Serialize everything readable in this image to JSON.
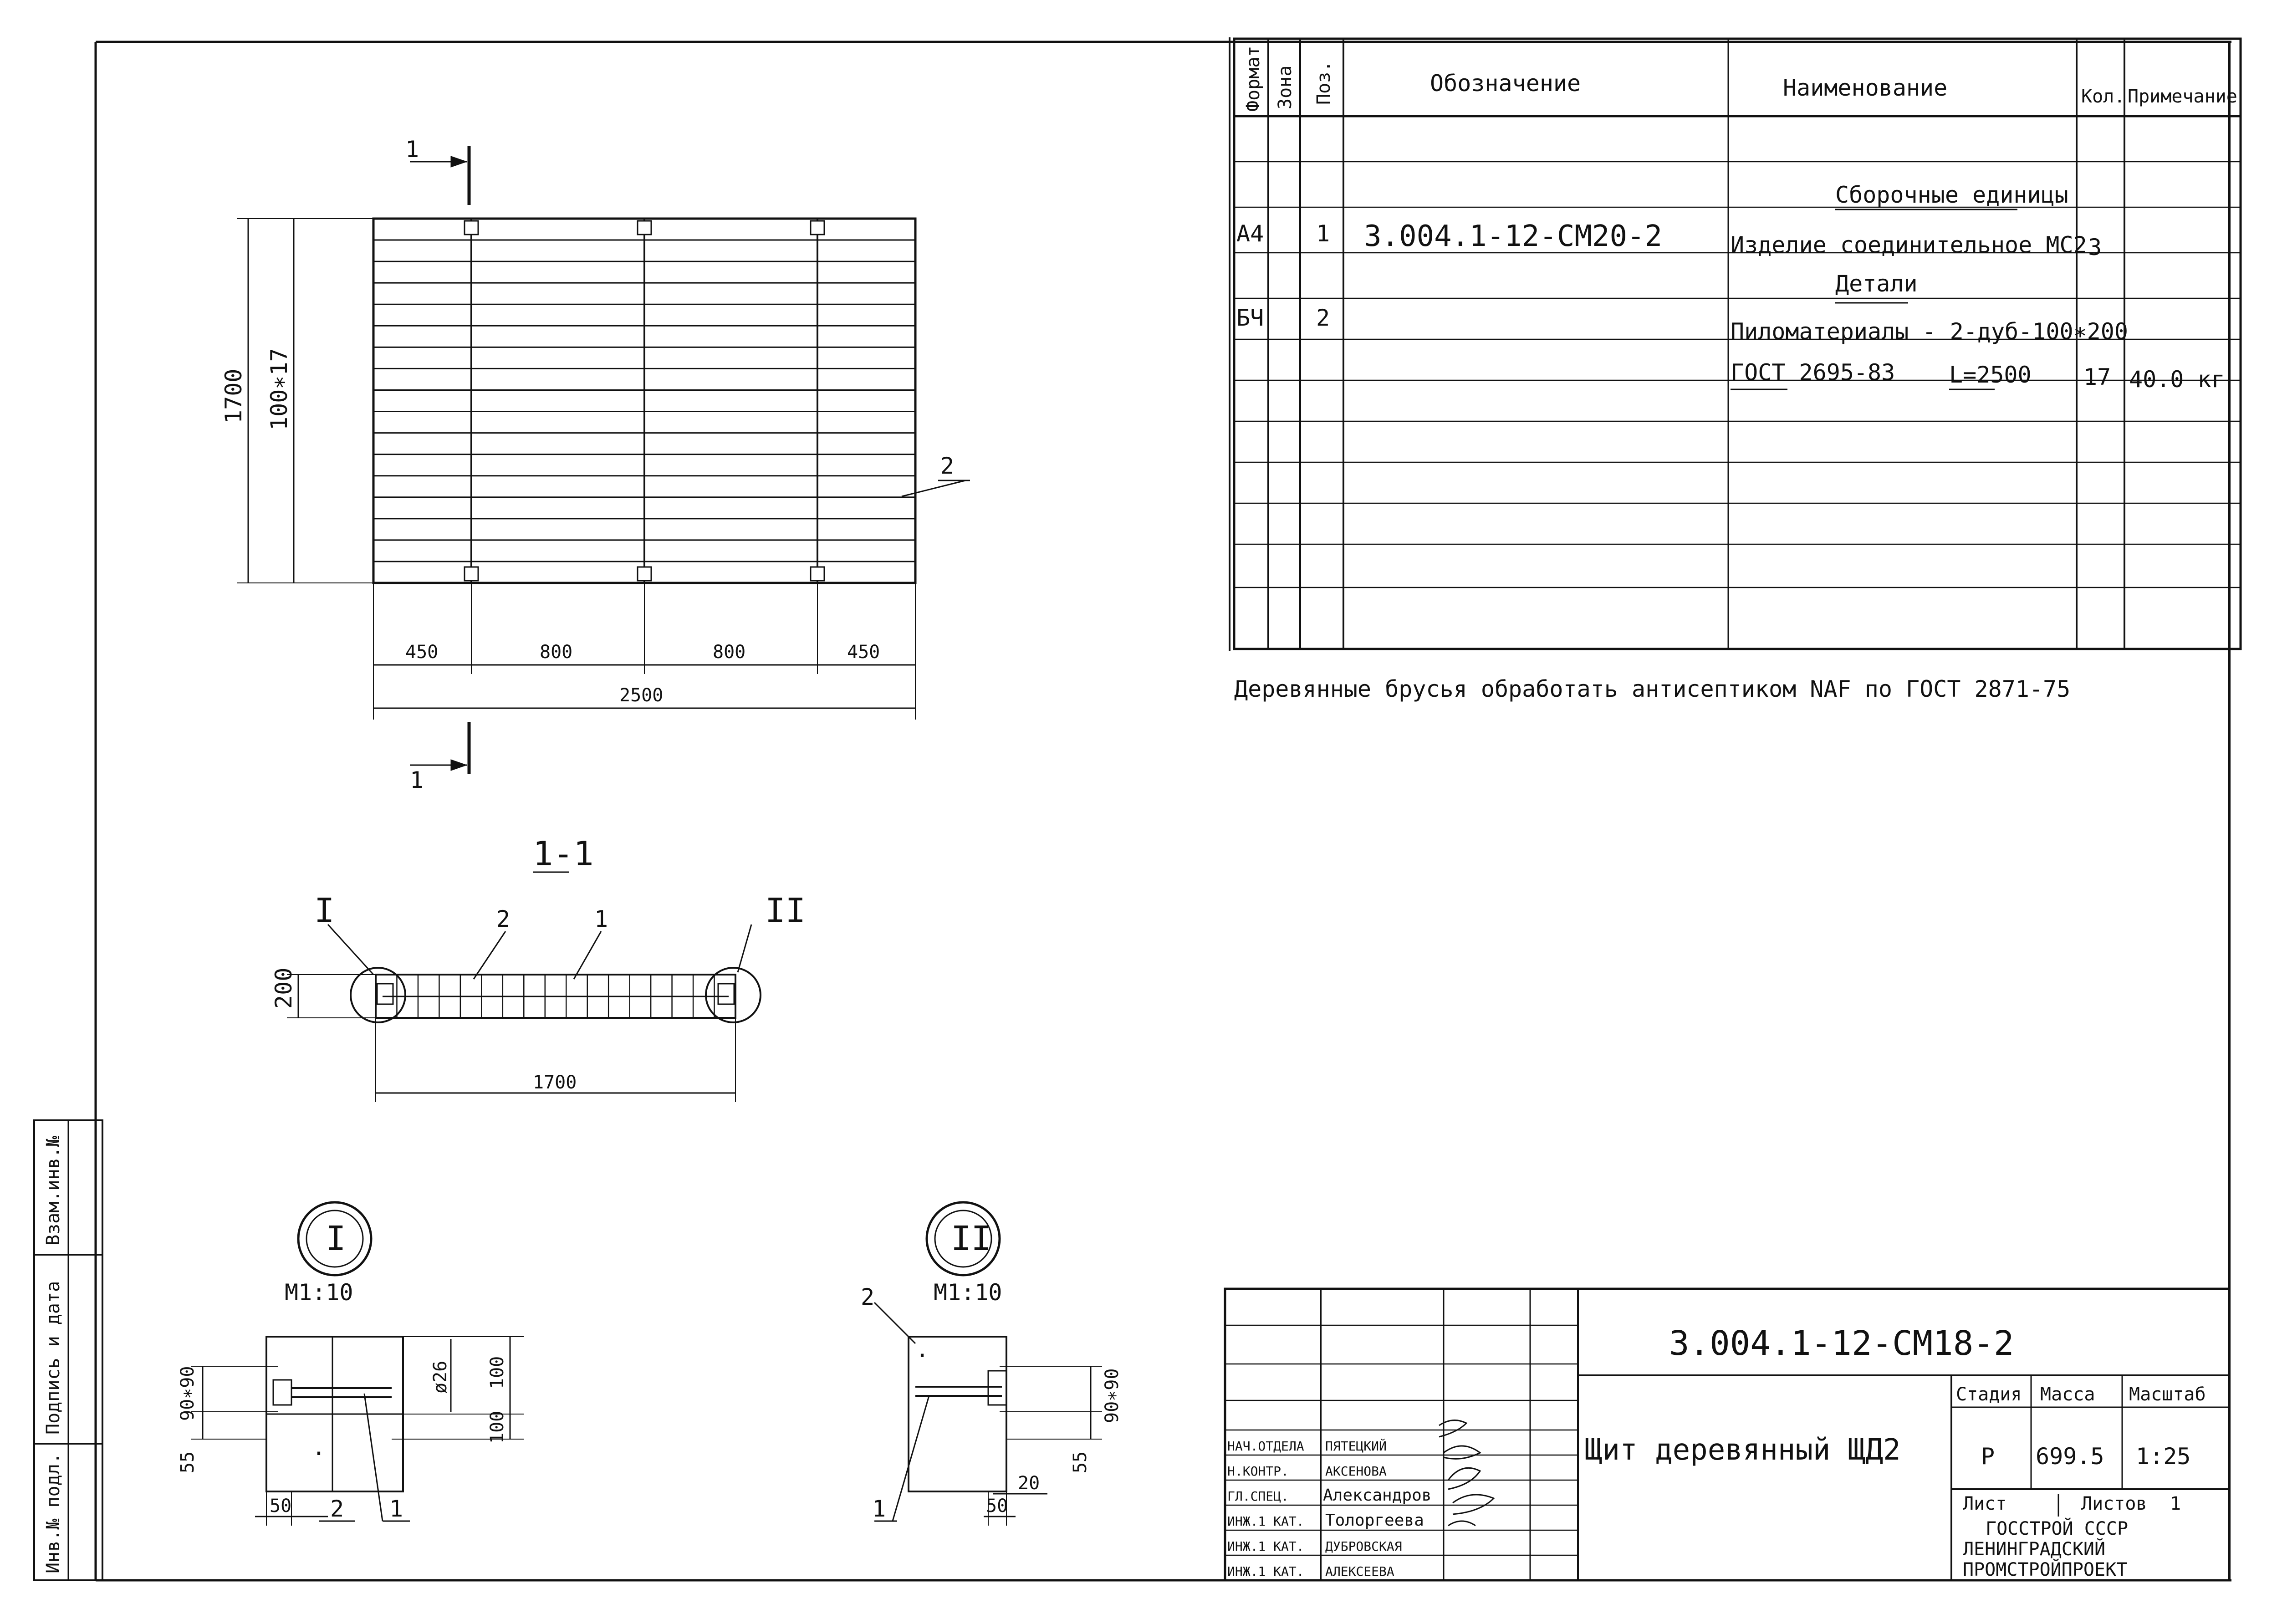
{
  "plan": {
    "section_mark": "1",
    "height_total": "1700",
    "height_boards": "100∗17",
    "position_label": "2",
    "dims": [
      "450",
      "800",
      "800",
      "450"
    ],
    "width_total": "2500"
  },
  "section": {
    "title": "1-1",
    "callout_left": "I",
    "callout_right": "II",
    "pos_board": "2",
    "pos_joint": "1",
    "height": "200",
    "width": "1700"
  },
  "detail1": {
    "title": "I",
    "scale": "М1:10",
    "dim_left": "90∗90",
    "dim_left_bottom": "55",
    "dim_diameter": "ø26",
    "dim_right_top": "100",
    "dim_right_bottom": "100",
    "dim_base": "50",
    "pos_board": "2",
    "pos_joint": "1"
  },
  "detail2": {
    "title": "II",
    "scale": "М1:10",
    "pos_board": "2",
    "pos_joint": "1",
    "dim_right": "90∗90",
    "dim_right_bottom": "55",
    "dim_gap": "20",
    "dim_base": "50"
  },
  "spec": {
    "headers": {
      "format": "Формат",
      "zone": "Зона",
      "pos": "Поз.",
      "designation": "Обозначение",
      "name": "Наименование",
      "qty": "Кол.",
      "note": "Примечание"
    },
    "section_assembly": "Сборочные единицы",
    "row1": {
      "format": "А4",
      "pos": "1",
      "designation": "3.004.1-12-СМ20-2",
      "name": "Изделие соединительное МС2",
      "qty": "3"
    },
    "section_details": "Детали",
    "row2": {
      "format": "БЧ",
      "pos": "2",
      "name_line1": "Пиломатериалы - 2-дуб-100∗200",
      "name_line2": "ГОСТ 2695-83",
      "length": "L=2500",
      "qty": "17",
      "note": "40.0 кг"
    }
  },
  "note_text": "Деревянные брусья обработать антисептиком NAF по ГОСТ 2871-75",
  "title_block": {
    "code": "3.004.1-12-СМ18-2",
    "title": "Щит деревянный ЩД2",
    "stage_label": "Стадия",
    "mass_label": "Масса",
    "scale_label": "Масштаб",
    "stage": "Р",
    "mass": "699.5",
    "scale": "1:25",
    "sheet_label": "Лист",
    "sheets_label": "Листов",
    "sheets": "1",
    "org1": "ГОССТРОЙ СССР",
    "org2": "ЛЕНИНГРАДСКИЙ",
    "org3": "ПРОМСТРОЙПРОЕКТ",
    "roles": [
      "НАЧ.ОТДЕЛА",
      "Н.КОНТР.",
      "ГЛ.СПЕЦ.",
      "ИНЖ.1 КАТ.",
      "ИНЖ.1 КАТ.",
      "ИНЖ.1 КАТ."
    ],
    "names": [
      "ПЯТЕЦКИЙ",
      "АКСЕНОВА",
      "Александров",
      "Толоргеева",
      "ДУБРОВСКАЯ",
      "АЛЕКСЕЕВА"
    ]
  },
  "side_stamp": {
    "inv_orig": "Инв.№ подл.",
    "sign_date": "Подпись и дата",
    "replace_inv": "Взам.инв.№"
  }
}
